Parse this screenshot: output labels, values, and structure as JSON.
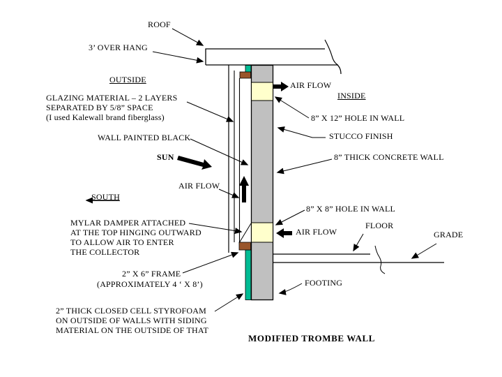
{
  "title": "MODIFIED TROMBE WALL",
  "labels": {
    "roof": "ROOF",
    "overhang": "3’ OVER HANG",
    "outside": "OUTSIDE",
    "glazing_line1": "GLAZING MATERIAL – 2 LAYERS",
    "glazing_line2": "SEPARATED BY 5/8” SPACE",
    "glazing_line3": "(I used Kalewall brand fiberglass)",
    "wall_painted_black": "WALL PAINTED BLACK",
    "sun": "SUN",
    "air_flow_top": "AIR FLOW",
    "air_flow_mid": "AIR FLOW",
    "air_flow_bottom": "AIR FLOW",
    "south": "SOUTH",
    "mylar_line1": "MYLAR DAMPER ATTACHED",
    "mylar_line2": "AT THE TOP HINGING OUTWARD",
    "mylar_line3": "TO ALLOW AIR TO ENTER",
    "mylar_line4": "THE COLLECTOR",
    "frame_line1": "2” X 6” FRAME",
    "frame_line2": "(APPROXIMATELY 4 ‘ X 8’)",
    "styrofoam_line1": "2” THICK CLOSED CELL STYROFOAM",
    "styrofoam_line2": "ON OUTSIDE OF WALLS WITH SIDING",
    "styrofoam_line3": "MATERIAL ON THE OUTSIDE OF THAT",
    "inside": "INSIDE",
    "hole_top": "8” X 12” HOLE IN WALL",
    "stucco": "STUCCO FINISH",
    "concrete_wall": "8” THICK CONCRETE WALL",
    "hole_bottom": "8” X 8” HOLE IN WALL",
    "floor": "FLOOR",
    "grade": "GRADE",
    "footing": "FOOTING"
  },
  "colors": {
    "wall_gray": "#c0c0c0",
    "hole_cream": "#ffffcc",
    "styrofoam_teal": "#00bc94",
    "frame_brown": "#99552b",
    "line_black": "#000000",
    "background_white": "#ffffff"
  }
}
